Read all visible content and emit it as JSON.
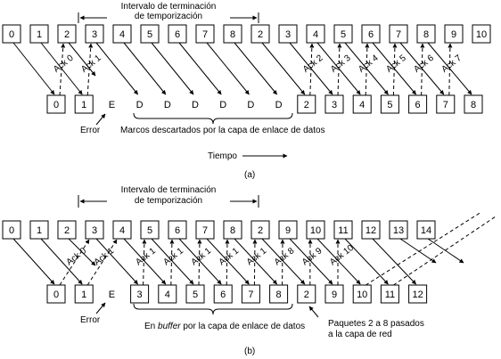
{
  "panel_a": {
    "interval_line1": "Intervalo de terminación",
    "interval_line2": "de temporización",
    "top_frames": [
      "0",
      "1",
      "2",
      "3",
      "4",
      "5",
      "6",
      "7",
      "8",
      "2",
      "3",
      "4",
      "5",
      "6",
      "7",
      "8",
      "9",
      "10"
    ],
    "bottom_frames": [
      "0",
      "1",
      "E",
      "D",
      "D",
      "D",
      "D",
      "D",
      "D",
      "2",
      "3",
      "4",
      "5",
      "6",
      "7",
      "8"
    ],
    "acks": [
      "Ack 0",
      "Ack 1",
      "Ack 2",
      "Ack 3",
      "Ack 4",
      "Ack 5",
      "Ack 6",
      "Ack 7"
    ],
    "error_label": "Error",
    "discarded_label": "Marcos descartados por la capa de enlace de datos",
    "time_label": "Tiempo",
    "caption": "(a)"
  },
  "panel_b": {
    "interval_line1": "Intervalo de terminación",
    "interval_line2": "de temporización",
    "top_frames": [
      "0",
      "1",
      "2",
      "3",
      "4",
      "5",
      "6",
      "7",
      "8",
      "2",
      "9",
      "10",
      "11",
      "12",
      "13",
      "14"
    ],
    "bottom_frames": [
      "0",
      "1",
      "E",
      "3",
      "4",
      "5",
      "6",
      "7",
      "8",
      "2",
      "9",
      "10",
      "11",
      "12"
    ],
    "acks": [
      "Ack 0",
      "Ack 1",
      "Ack 1",
      "Ack 1",
      "Ack 1",
      "Ack 1",
      "Ack 1",
      "Ack 8",
      "Ack 9",
      "Ack 10"
    ],
    "error_label": "Error",
    "buffer_label_italic": "buffer",
    "buffer_label_pre": "En ",
    "buffer_label_post": " por la capa de enlace de datos",
    "delivered_line1": "Paquetes 2 a 8 pasados",
    "delivered_line2": "a la capa de red",
    "caption": "(b)"
  }
}
